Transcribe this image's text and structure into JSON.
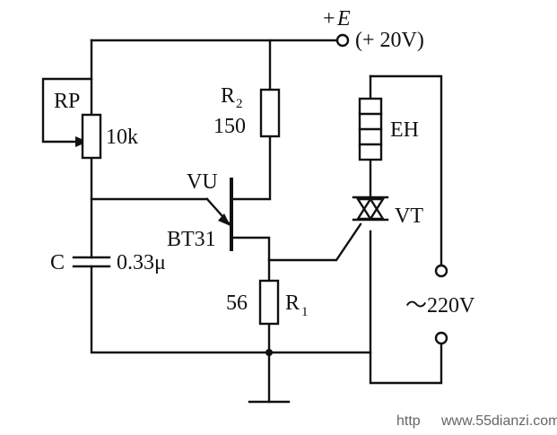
{
  "labels": {
    "supply_plus": "+",
    "supply_e": "E",
    "supply_voltage": "(+ 20V)",
    "rp": "RP",
    "rp_value": "10k",
    "r2_main": "R",
    "r2_sub": "2",
    "r2_value": "150",
    "vu": "VU",
    "bt31": "BT31",
    "c": "C",
    "c_value": "0.33μ",
    "r1_value": "56",
    "r1_main": "R",
    "r1_sub": "1",
    "eh": "EH",
    "vt": "VT",
    "ac_source": "～220V"
  },
  "watermark": {
    "prefix": "http",
    "site": "www.55dianzi.com"
  }
}
